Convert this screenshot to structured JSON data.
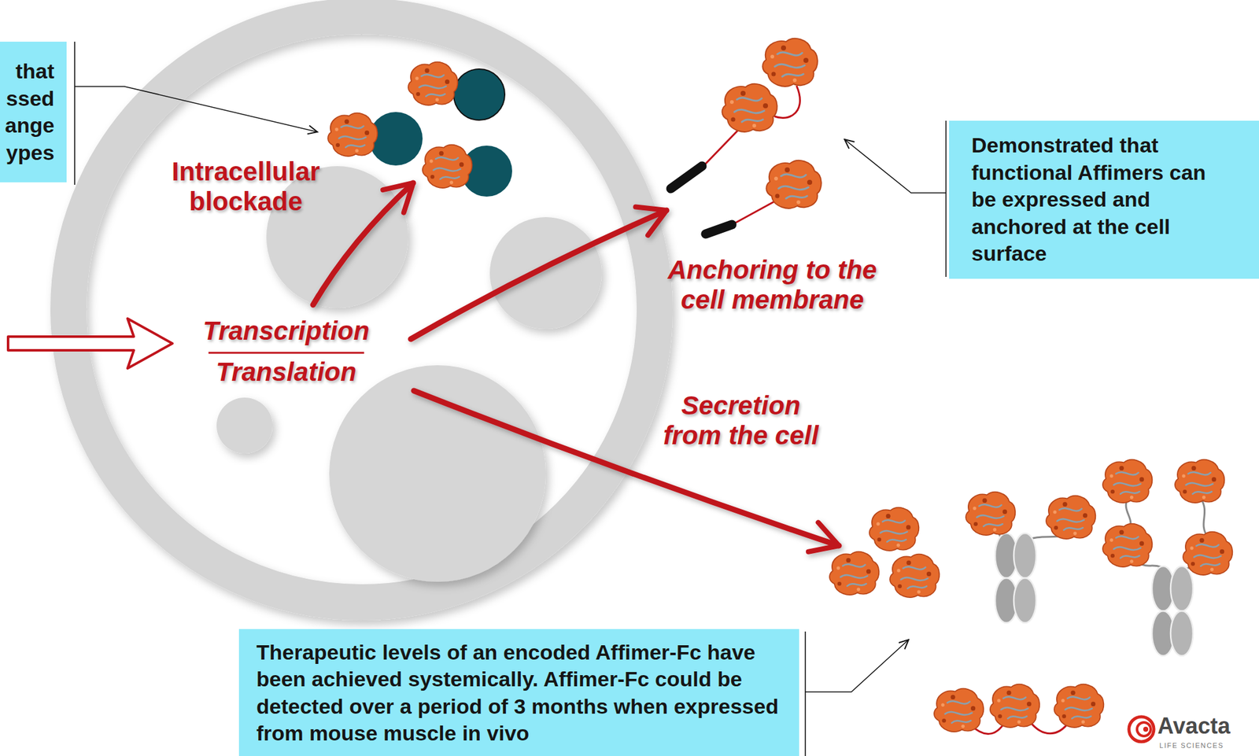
{
  "diagram": {
    "nodes": [
      {
        "text": [
          "that ssed ange ypes"
        ]
      },
      {
        "text": [
          "Demonstrated that functional Affimers can be expressed and anchored at the cell surface"
        ]
      },
      {
        "text": [
          "Therapeutic levels of an encoded Affimer-Fc have been achieved systemically. Affimer-Fc could be detected over a period of 3 months when expressed from mouse muscle in vivo"
        ]
      }
    ],
    "labels": [
      "Intracellular blockade",
      "Transcription",
      "Translation",
      "Anchoring to the cell membrane",
      "Secretion from the cell",
      "Avacta",
      "LIFE SCIENCES"
    ]
  }
}
